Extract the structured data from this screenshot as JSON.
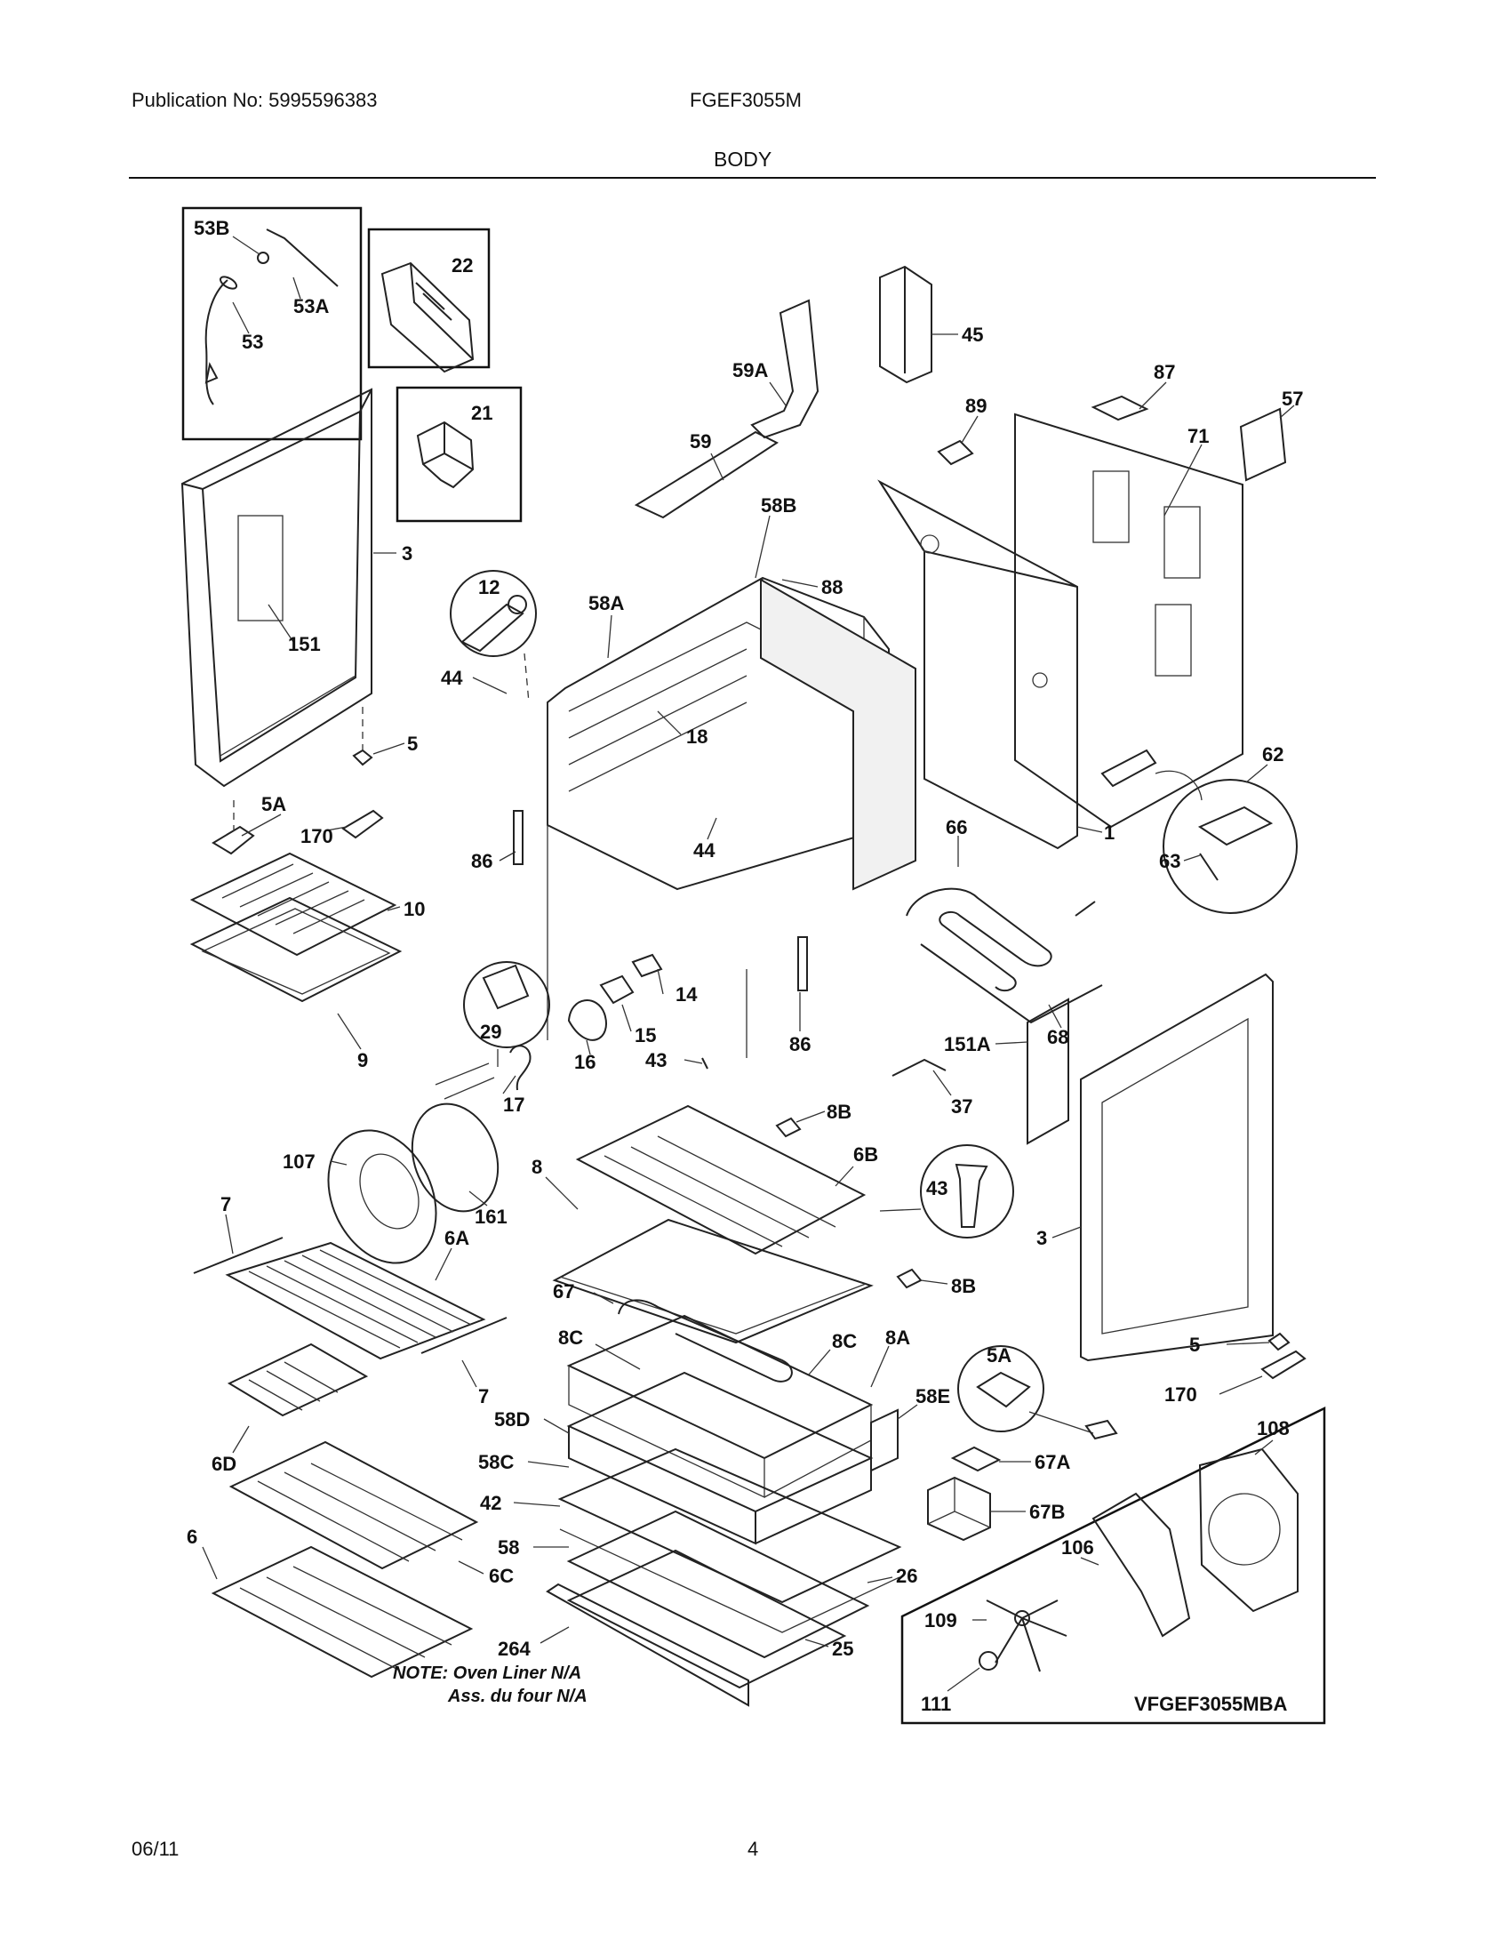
{
  "header": {
    "publication": "Publication No: 5995596383",
    "model": "FGEF3055M",
    "section_title": "BODY"
  },
  "footer": {
    "date": "06/11",
    "page_number": "4"
  },
  "diagram": {
    "callouts": [
      {
        "id": "c53B",
        "text": "53B"
      },
      {
        "id": "c53A",
        "text": "53A"
      },
      {
        "id": "c53",
        "text": "53"
      },
      {
        "id": "c22",
        "text": "22"
      },
      {
        "id": "c21",
        "text": "21"
      },
      {
        "id": "c3a",
        "text": "3"
      },
      {
        "id": "c151",
        "text": "151"
      },
      {
        "id": "c12",
        "text": "12"
      },
      {
        "id": "c44a",
        "text": "44"
      },
      {
        "id": "c5a",
        "text": "5"
      },
      {
        "id": "c5Aa",
        "text": "5A"
      },
      {
        "id": "c170a",
        "text": "170"
      },
      {
        "id": "c45",
        "text": "45"
      },
      {
        "id": "c59A",
        "text": "59A"
      },
      {
        "id": "c59",
        "text": "59"
      },
      {
        "id": "c58B",
        "text": "58B"
      },
      {
        "id": "c88",
        "text": "88"
      },
      {
        "id": "c58A",
        "text": "58A"
      },
      {
        "id": "c18",
        "text": "18"
      },
      {
        "id": "c89",
        "text": "89"
      },
      {
        "id": "c87",
        "text": "87"
      },
      {
        "id": "c57",
        "text": "57"
      },
      {
        "id": "c71",
        "text": "71"
      },
      {
        "id": "c62",
        "text": "62"
      },
      {
        "id": "c63",
        "text": "63"
      },
      {
        "id": "c1",
        "text": "1"
      },
      {
        "id": "c66",
        "text": "66"
      },
      {
        "id": "c68",
        "text": "68"
      },
      {
        "id": "c86a",
        "text": "86"
      },
      {
        "id": "c44b",
        "text": "44"
      },
      {
        "id": "c10",
        "text": "10"
      },
      {
        "id": "c9",
        "text": "9"
      },
      {
        "id": "c29",
        "text": "29"
      },
      {
        "id": "c14",
        "text": "14"
      },
      {
        "id": "c15",
        "text": "15"
      },
      {
        "id": "c16",
        "text": "16"
      },
      {
        "id": "c86b",
        "text": "86"
      },
      {
        "id": "c43a",
        "text": "43"
      },
      {
        "id": "c17",
        "text": "17"
      },
      {
        "id": "c151A",
        "text": "151A"
      },
      {
        "id": "c37",
        "text": "37"
      },
      {
        "id": "c8B1",
        "text": "8B"
      },
      {
        "id": "c107",
        "text": "107"
      },
      {
        "id": "c161",
        "text": "161"
      },
      {
        "id": "c8",
        "text": "8"
      },
      {
        "id": "c6B",
        "text": "6B"
      },
      {
        "id": "c43b",
        "text": "43"
      },
      {
        "id": "c3b",
        "text": "3"
      },
      {
        "id": "c7a",
        "text": "7"
      },
      {
        "id": "c6A",
        "text": "6A"
      },
      {
        "id": "c8B2",
        "text": "8B"
      },
      {
        "id": "c67",
        "text": "67"
      },
      {
        "id": "c7b",
        "text": "7"
      },
      {
        "id": "c8C1",
        "text": "8C"
      },
      {
        "id": "c8C2",
        "text": "8C"
      },
      {
        "id": "c8A",
        "text": "8A"
      },
      {
        "id": "c5Ab",
        "text": "5A"
      },
      {
        "id": "c5b",
        "text": "5"
      },
      {
        "id": "c170b",
        "text": "170"
      },
      {
        "id": "c58D",
        "text": "58D"
      },
      {
        "id": "c58E",
        "text": "58E"
      },
      {
        "id": "c58C",
        "text": "58C"
      },
      {
        "id": "c6D",
        "text": "6D"
      },
      {
        "id": "c42",
        "text": "42"
      },
      {
        "id": "c67A",
        "text": "67A"
      },
      {
        "id": "c108",
        "text": "108"
      },
      {
        "id": "c67B",
        "text": "67B"
      },
      {
        "id": "c6",
        "text": "6"
      },
      {
        "id": "c58",
        "text": "58"
      },
      {
        "id": "c6C",
        "text": "6C"
      },
      {
        "id": "c26",
        "text": "26"
      },
      {
        "id": "c106",
        "text": "106"
      },
      {
        "id": "c264",
        "text": "264"
      },
      {
        "id": "c25",
        "text": "25"
      },
      {
        "id": "c109",
        "text": "109"
      },
      {
        "id": "c111",
        "text": "111"
      }
    ],
    "note_line1": "NOTE: Oven Liner N/A",
    "note_line2": "Ass. du four N/A",
    "drawing_id": "VFGEF3055MBA"
  }
}
